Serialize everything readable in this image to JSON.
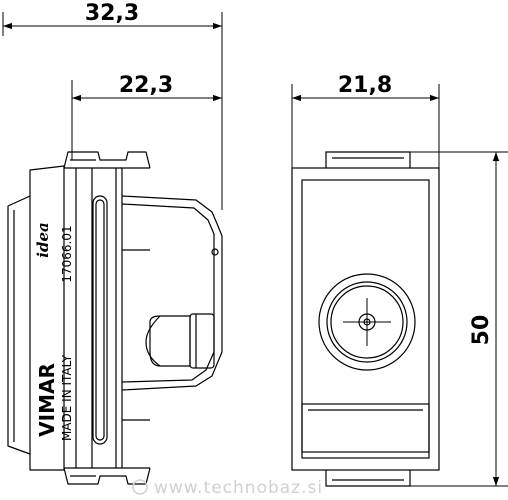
{
  "dimensions": {
    "total_depth": "32,3",
    "rear_depth": "22,3",
    "width": "21,8",
    "height": "50"
  },
  "side_view": {
    "brand": "VIMAR",
    "origin": "MADE IN ITALY",
    "code": "17066.01",
    "series_logo": "idea"
  },
  "watermark": "www.technobaz.si",
  "colors": {
    "line": "#000000",
    "watermark": "#d0d0d0"
  }
}
